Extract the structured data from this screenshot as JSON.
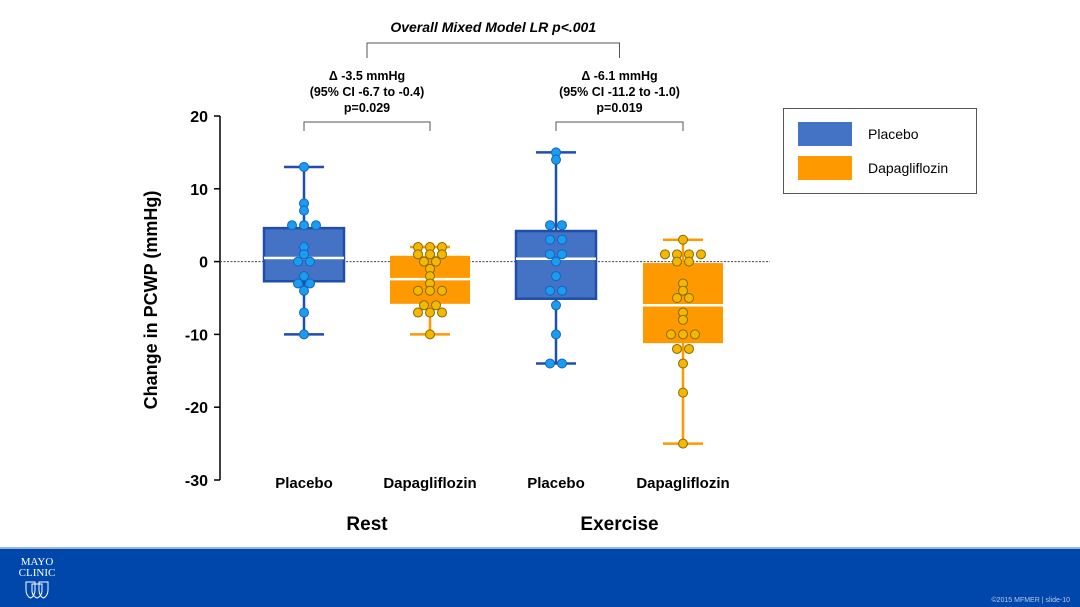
{
  "chart_data": {
    "type": "box",
    "title": "Overall Mixed Model LR p<.001",
    "ylabel": "Change in PCWP (mmHg)",
    "ylim": [
      -30,
      20
    ],
    "yticks": [
      20,
      10,
      0,
      -10,
      -20,
      -30
    ],
    "reference_line": 0,
    "conditions": [
      "Rest",
      "Exercise"
    ],
    "series_names": [
      "Placebo",
      "Dapagliflozin"
    ],
    "colors": {
      "Placebo": "#4472c4",
      "Placebo_edge": "#1f4fa8",
      "Placebo_point": "#1a9cf0",
      "Dapagliflozin": "#ff9900",
      "Dapagliflozin_point": "#f5b800"
    },
    "groups": [
      {
        "condition": "Rest",
        "series": "Placebo",
        "label": "Placebo",
        "whisker_high": 13,
        "q3": 4.6,
        "median": 0.5,
        "q1": -2.7,
        "whisker_low": -10,
        "points": [
          13,
          8,
          7,
          5,
          5,
          5,
          2,
          1,
          0,
          0,
          -2,
          -3,
          -3,
          -4,
          -7,
          -10
        ]
      },
      {
        "condition": "Rest",
        "series": "Dapagliflozin",
        "label": "Dapagliflozin",
        "whisker_high": 2,
        "q3": 0.8,
        "median": -2.4,
        "q1": -5.8,
        "whisker_low": -10,
        "points": [
          2,
          2,
          2,
          1,
          1,
          1,
          0,
          0,
          -1,
          -2,
          -3,
          -4,
          -4,
          -4,
          -6,
          -6,
          -7,
          -7,
          -7,
          -10
        ]
      },
      {
        "condition": "Exercise",
        "series": "Placebo",
        "label": "Placebo",
        "whisker_high": 15,
        "q3": 4.2,
        "median": 0.4,
        "q1": -5.1,
        "whisker_low": -14,
        "points": [
          15,
          14,
          5,
          5,
          3,
          3,
          1,
          1,
          0,
          -2,
          -4,
          -4,
          -6,
          -10,
          -14,
          -14
        ]
      },
      {
        "condition": "Exercise",
        "series": "Dapagliflozin",
        "label": "Dapagliflozin",
        "whisker_high": 3,
        "q3": -0.2,
        "median": -6,
        "q1": -11.2,
        "whisker_low": -25,
        "points": [
          3,
          1,
          1,
          1,
          1,
          0,
          0,
          -3,
          -4,
          -5,
          -5,
          -7,
          -8,
          -10,
          -10,
          -10,
          -12,
          -12,
          -14,
          -18,
          -25
        ]
      }
    ],
    "annotations": [
      {
        "condition": "Rest",
        "lines": [
          "Δ -3.5 mmHg",
          "(95% CI -6.7 to -0.4)",
          "p=0.029"
        ]
      },
      {
        "condition": "Exercise",
        "lines": [
          "Δ -6.1 mmHg",
          "(95% CI -11.2 to -1.0)",
          "p=0.019"
        ]
      }
    ],
    "legend": {
      "placement": "top-right",
      "entries": [
        "Placebo",
        "Dapagliflozin"
      ]
    }
  },
  "footer": {
    "logo_line1": "MAYO",
    "logo_line2": "CLINIC",
    "slide_text": "©2015 MFMER  |  slide-10"
  }
}
